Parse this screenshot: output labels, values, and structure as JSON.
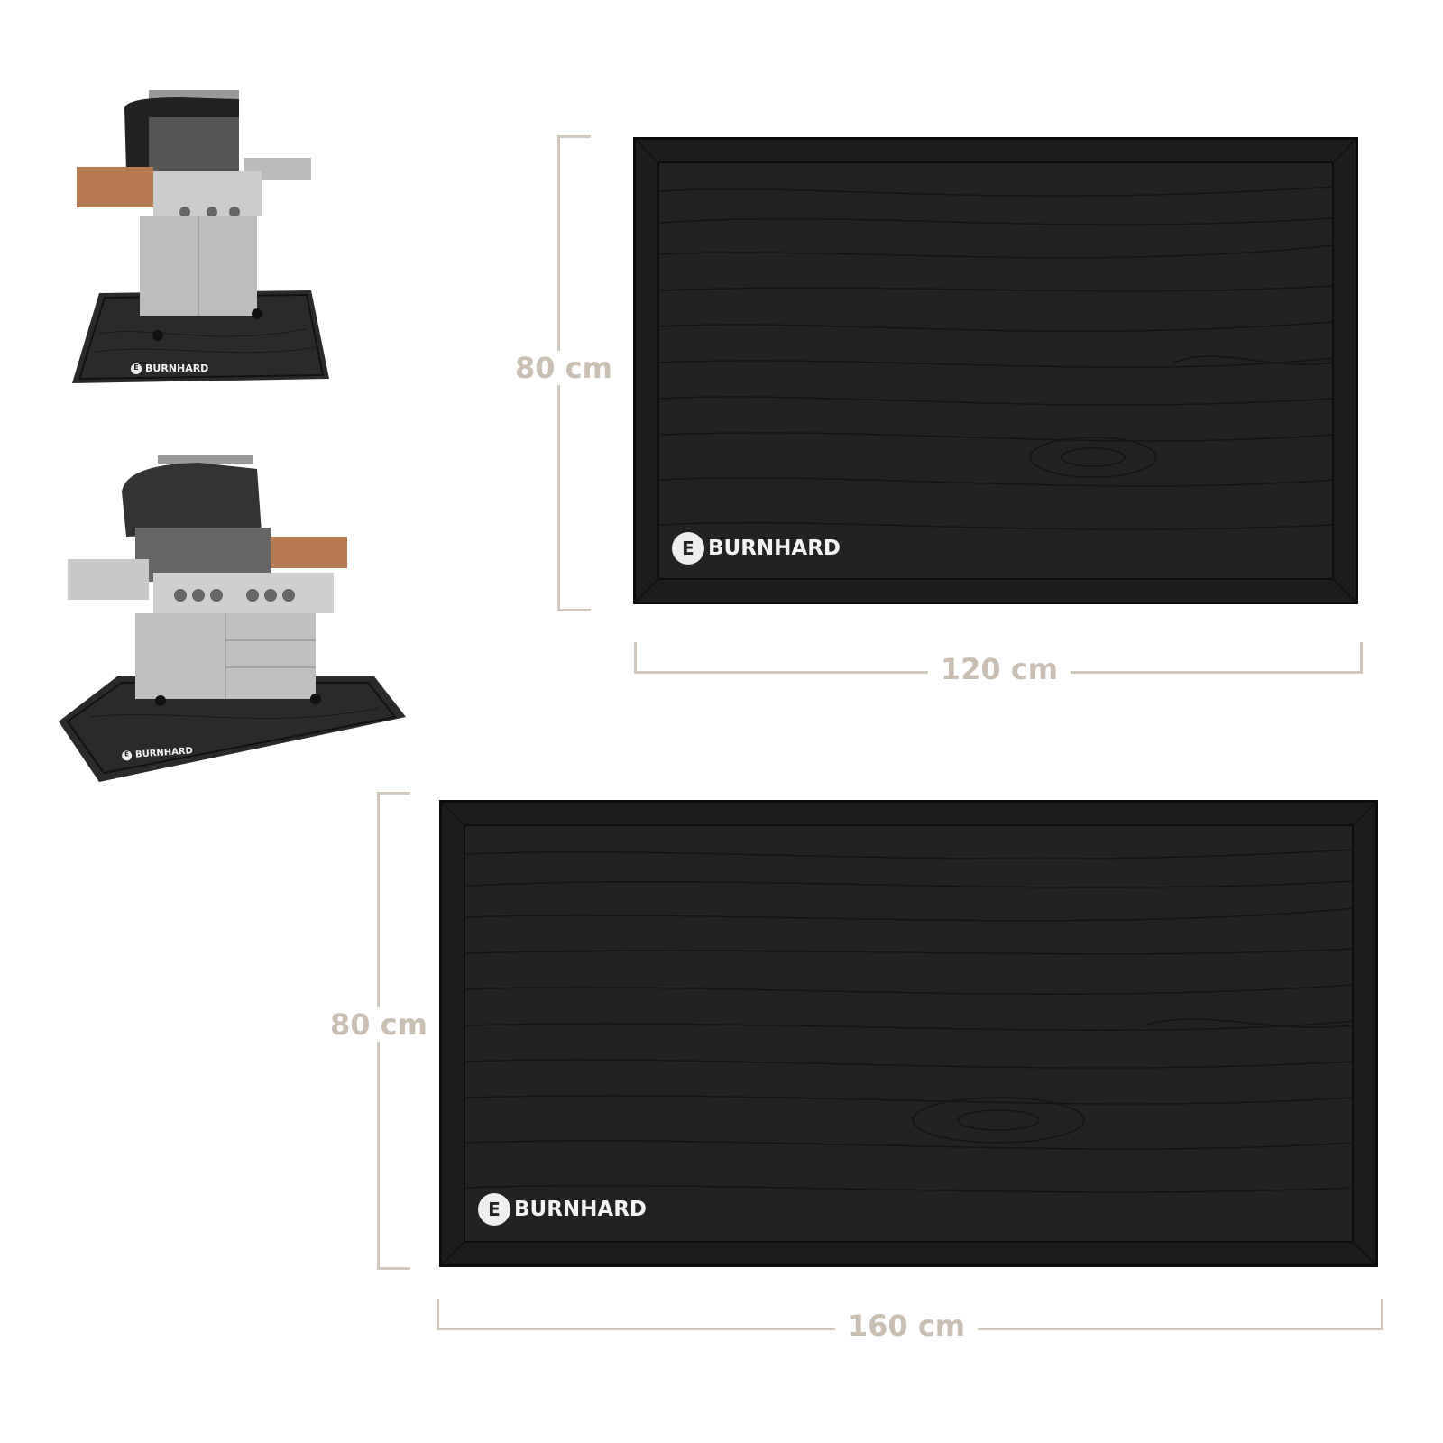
{
  "brand": "BURNHARD",
  "products": [
    {
      "name": "small-mat",
      "height_label": "80 cm",
      "width_label": "120 cm"
    },
    {
      "name": "large-mat",
      "height_label": "80 cm",
      "width_label": "160 cm"
    }
  ],
  "thumbnails": [
    {
      "name": "grill-3-burner-on-mat",
      "brand": "BURNHARD"
    },
    {
      "name": "grill-4-burner-on-mat",
      "brand": "BURNHARD"
    }
  ],
  "colors": {
    "mat": "#1c1c1c",
    "dimension": "#c8beb2",
    "bracket": "#d2c9be"
  }
}
